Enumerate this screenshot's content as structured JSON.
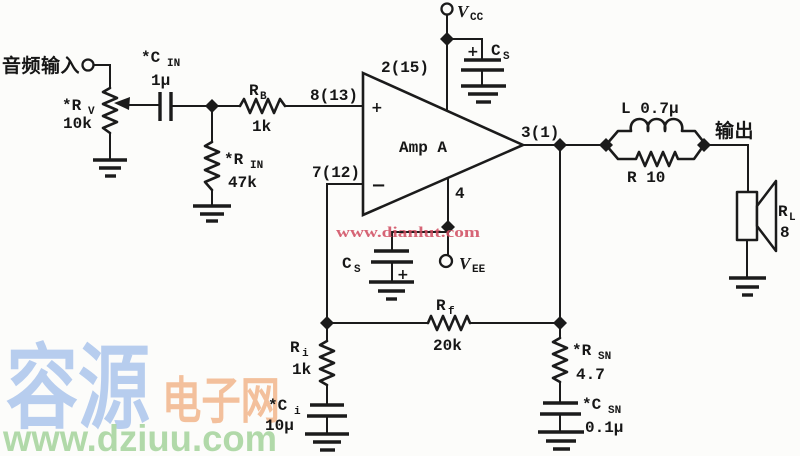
{
  "input": {
    "label": "音频输入"
  },
  "output": {
    "label": "输出"
  },
  "opamp": {
    "name": "Amp A",
    "plus": "+",
    "minus": "−",
    "pins": {
      "noninv": "8(13)",
      "inv": "7(12)",
      "vplus": "2(15)",
      "vminus": "4",
      "out": "3(1)"
    }
  },
  "power": {
    "vcc": {
      "sym": "V",
      "sub": "CC"
    },
    "vee": {
      "sym": "V",
      "sub": "EE"
    }
  },
  "components": {
    "rv": {
      "ref": "*R",
      "sub": "V",
      "value": "10k"
    },
    "cin": {
      "ref": "*C",
      "sub": "IN",
      "value": "1μ"
    },
    "rb": {
      "ref": "R",
      "sub": "B",
      "value": "1k"
    },
    "rin": {
      "ref": "*R",
      "sub": "IN",
      "value": "47k"
    },
    "cs_top": {
      "ref": "C",
      "sub": "S",
      "polarity": "+"
    },
    "cs_bot": {
      "ref": "C",
      "sub": "S",
      "polarity": "+"
    },
    "l_out": {
      "label": "L 0.7μ"
    },
    "r_out": {
      "label": "R 10"
    },
    "rl": {
      "ref": "R",
      "sub": "L",
      "value": "8"
    },
    "rf": {
      "ref": "R",
      "sub": "f",
      "value": "20k"
    },
    "ri": {
      "ref": "R",
      "sub": "i",
      "value": "1k"
    },
    "ci": {
      "ref": "*C",
      "sub": "i",
      "value": "10μ"
    },
    "rsn": {
      "ref": "*R",
      "sub": "SN",
      "value": "4.7"
    },
    "csn": {
      "ref": "*C",
      "sub": "SN",
      "value": "0.1μ"
    }
  },
  "watermarks": {
    "dianlut": "www.dianlut.com",
    "brand_cn_1": "容源",
    "brand_cn_2": "电子网",
    "dziuu": "www.dziuu.com"
  },
  "colors": {
    "line": "#1b1b1b",
    "background": "#fcfcfa",
    "watermark_red": "#d04a5e",
    "watermark_blue": "#a8c3ec",
    "watermark_orange": "#f2b285",
    "watermark_green": "#a4d49c"
  }
}
